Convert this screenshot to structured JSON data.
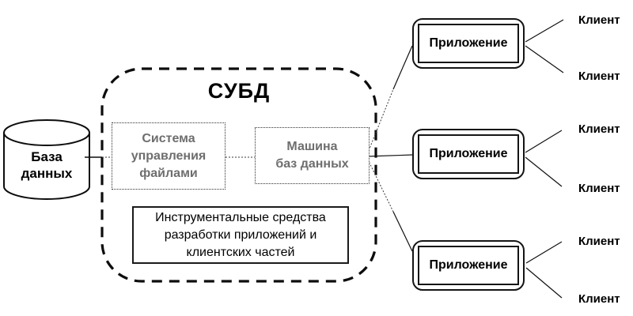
{
  "diagram": {
    "title": "СУБД",
    "colors": {
      "background": "#ffffff",
      "line": "#000000",
      "muted_text": "#6e6e6e"
    },
    "database": {
      "lines": [
        "База",
        "данных"
      ]
    },
    "dbms": {
      "title": "СУБД",
      "file_manager": {
        "lines": [
          "Система",
          "управления",
          "файлами"
        ]
      },
      "db_engine": {
        "lines": [
          "Машина",
          "баз данных"
        ]
      },
      "tools": {
        "lines": [
          "Инструментальные средства",
          "разработки приложений и",
          "клиентских частей"
        ]
      }
    },
    "applications": [
      {
        "label": "Приложение"
      },
      {
        "label": "Приложение"
      },
      {
        "label": "Приложение"
      }
    ],
    "clients": [
      {
        "label": "Клиент"
      },
      {
        "label": "Клиент"
      },
      {
        "label": "Клиент"
      },
      {
        "label": "Клиент"
      },
      {
        "label": "Клиент"
      },
      {
        "label": "Клиент"
      }
    ]
  }
}
